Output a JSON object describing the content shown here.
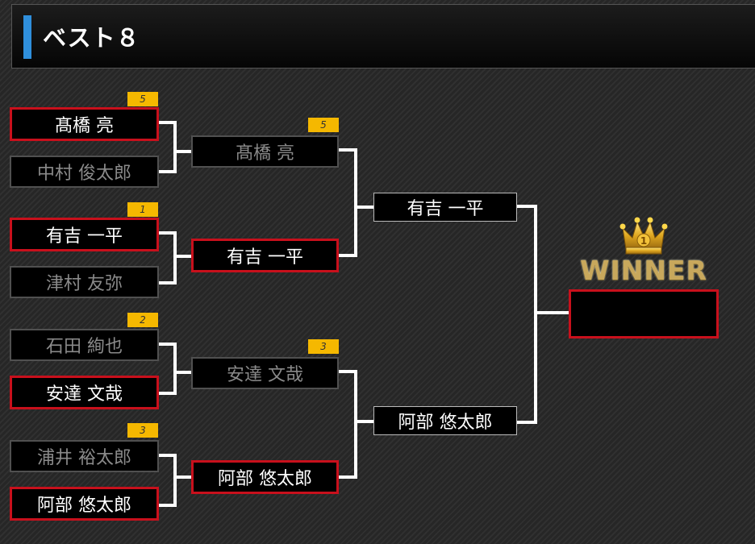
{
  "header": {
    "title": "ベスト８"
  },
  "round1": [
    {
      "name": "髙橋 亮",
      "win": true,
      "score": "5"
    },
    {
      "name": "中村 俊太郎",
      "win": false
    },
    {
      "name": "有吉 一平",
      "win": true,
      "score": "1"
    },
    {
      "name": "津村 友弥",
      "win": false
    },
    {
      "name": "石田 絢也",
      "win": false,
      "score": "2"
    },
    {
      "name": "安達 文哉",
      "win": true
    },
    {
      "name": "浦井 裕太郎",
      "win": false,
      "score": "3"
    },
    {
      "name": "阿部 悠太郎",
      "win": true
    }
  ],
  "round2": [
    {
      "name": "髙橋 亮",
      "win": false,
      "score": "5"
    },
    {
      "name": "有吉 一平",
      "win": true
    },
    {
      "name": "安達 文哉",
      "win": false,
      "score": "3"
    },
    {
      "name": "阿部 悠太郎",
      "win": true
    }
  ],
  "semifinal": [
    {
      "name": "有吉 一平"
    },
    {
      "name": "阿部 悠太郎"
    }
  ],
  "winner": {
    "label": "WINNER",
    "rank": "1",
    "name": ""
  }
}
